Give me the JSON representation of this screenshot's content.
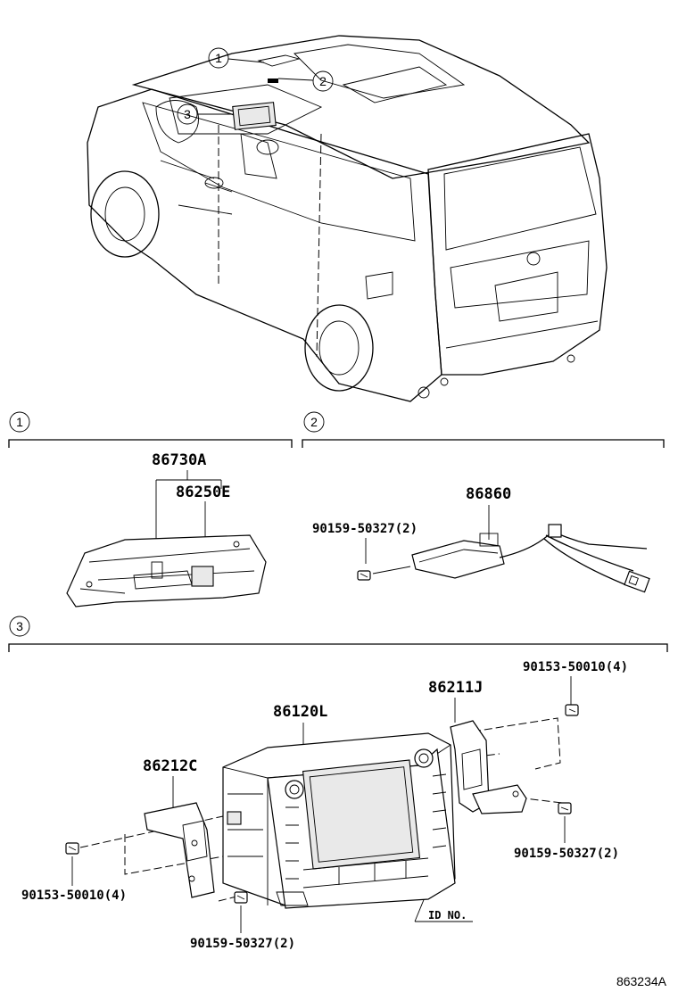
{
  "callouts": {
    "c1": "1",
    "c2": "2",
    "c3": "3"
  },
  "sections": {
    "s1": {
      "marker": "1",
      "parts": {
        "p1": "86730A",
        "p2": "86250E"
      }
    },
    "s2": {
      "marker": "2",
      "parts": {
        "p1": "86860",
        "p2": "90159-50327(2)"
      }
    },
    "s3": {
      "marker": "3",
      "parts": {
        "display": "86120L",
        "bracket_right": "86211J",
        "bracket_left": "86212C",
        "bolt_top_right": "90153-50010(4)",
        "screw_right": "90159-50327(2)",
        "bolt_left": "90153-50010(4)",
        "screw_bottom": "90159-50327(2)",
        "id_no": "ID NO."
      }
    }
  },
  "diagram_code": "863234A"
}
